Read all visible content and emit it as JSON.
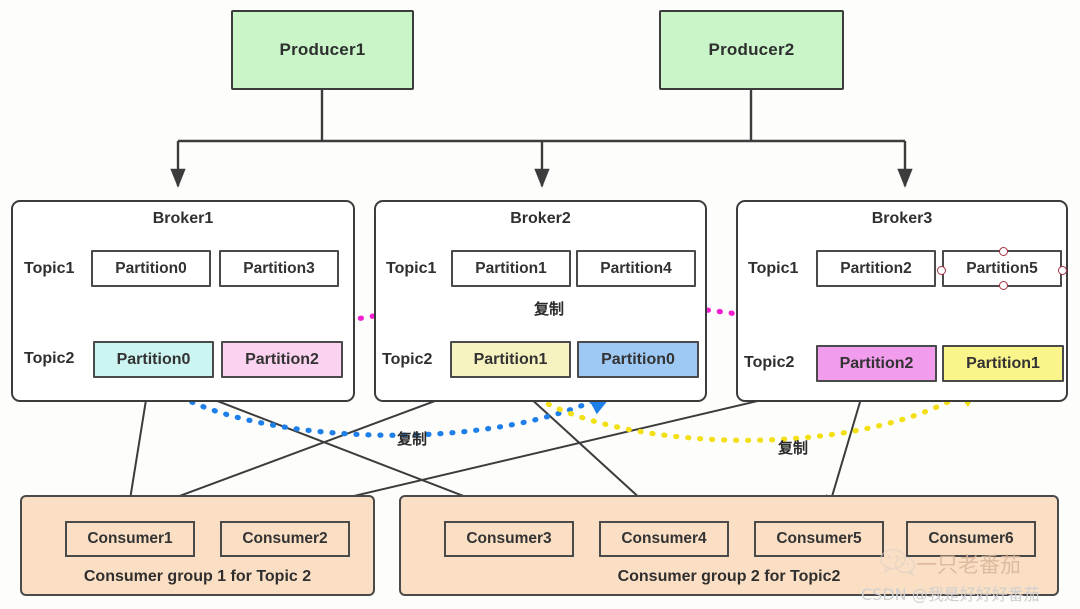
{
  "diagram": {
    "title": "Kafka producers brokers consumers topology",
    "producers": [
      {
        "label": "Producer1"
      },
      {
        "label": "Producer2"
      }
    ],
    "brokers": [
      {
        "title": "Broker1",
        "topic1_label": "Topic1",
        "topic2_label": "Topic2",
        "topic1_partitions": [
          {
            "label": "Partition0",
            "color": "#ffffff"
          },
          {
            "label": "Partition3",
            "color": "#ffffff"
          }
        ],
        "topic2_partitions": [
          {
            "label": "Partition0",
            "color": "#ccf5f2"
          },
          {
            "label": "Partition2",
            "color": "#fbd3f0"
          }
        ]
      },
      {
        "title": "Broker2",
        "topic1_label": "Topic1",
        "topic2_label": "Topic2",
        "topic1_partitions": [
          {
            "label": "Partition1",
            "color": "#ffffff"
          },
          {
            "label": "Partition4",
            "color": "#ffffff"
          }
        ],
        "topic2_partitions": [
          {
            "label": "Partition1",
            "color": "#f7f3c0"
          },
          {
            "label": "Partition0",
            "color": "#9ec9f5"
          }
        ]
      },
      {
        "title": "Broker3",
        "topic1_label": "Topic1",
        "topic2_label": "Topic2",
        "topic1_partitions": [
          {
            "label": "Partition2",
            "color": "#ffffff"
          },
          {
            "label": "Partition5",
            "color": "#ffffff",
            "selected": true
          }
        ],
        "topic2_partitions": [
          {
            "label": "Partition2",
            "color": "#f29ced"
          },
          {
            "label": "Partition1",
            "color": "#faf58a"
          }
        ]
      }
    ],
    "consumer_groups": [
      {
        "label": "Consumer group 1 for Topic 2",
        "consumers": [
          {
            "label": "Consumer1"
          },
          {
            "label": "Consumer2"
          }
        ]
      },
      {
        "label": "Consumer group 2 for Topic2",
        "consumers": [
          {
            "label": "Consumer3"
          },
          {
            "label": "Consumer4"
          },
          {
            "label": "Consumer5"
          },
          {
            "label": "Consumer6"
          }
        ]
      }
    ],
    "replication_links": [
      {
        "label": "复制",
        "color": "#f21fd0",
        "from": "Broker3 Topic2 Partition2",
        "to": "Broker1 Topic2 Partition2"
      },
      {
        "label": "复制",
        "color": "#1f7fe8",
        "from": "Broker1 Topic2 Partition0",
        "to": "Broker2 Topic2 Partition0"
      },
      {
        "label": "复制",
        "color": "#f2e014",
        "from": "Broker2 Topic2 Partition1",
        "to": "Broker3 Topic2 Partition1"
      }
    ],
    "colors": {
      "producer_fill": "#c9f5c9",
      "broker_fill": "#ffffff",
      "consumer_fill": "#fadfc4",
      "stroke": "#3c3c3c",
      "handle": "#a33040"
    }
  },
  "watermark": {
    "wechat_name": "一只老番茄",
    "csdn": "CSDN @我是好好好番茄"
  }
}
